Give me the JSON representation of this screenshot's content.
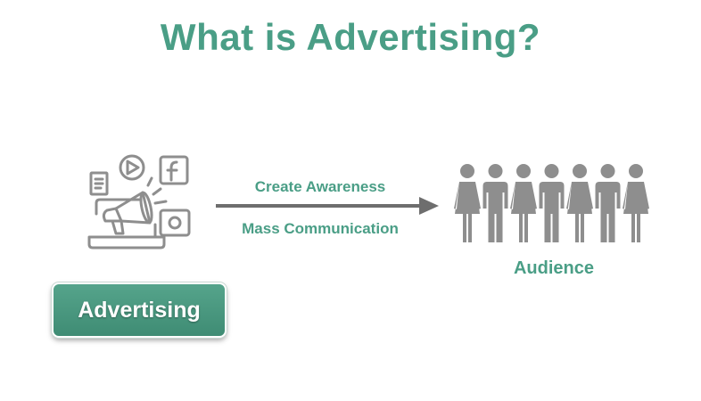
{
  "title": "What is Advertising?",
  "left_node": {
    "icon": "advertising-megaphone-icon",
    "button_label": "Advertising"
  },
  "connector": {
    "label_top": "Create Awareness",
    "label_bottom": "Mass Communication"
  },
  "right_node": {
    "icon": "audience-people-icon",
    "label": "Audience",
    "people": [
      "female",
      "male",
      "female",
      "male",
      "female",
      "male",
      "female"
    ]
  },
  "colors": {
    "accent": "#4a9e86",
    "icon_gray": "#8e8e8e",
    "arrow_gray": "#6e6e6e",
    "button_bg": "#4a987f"
  }
}
